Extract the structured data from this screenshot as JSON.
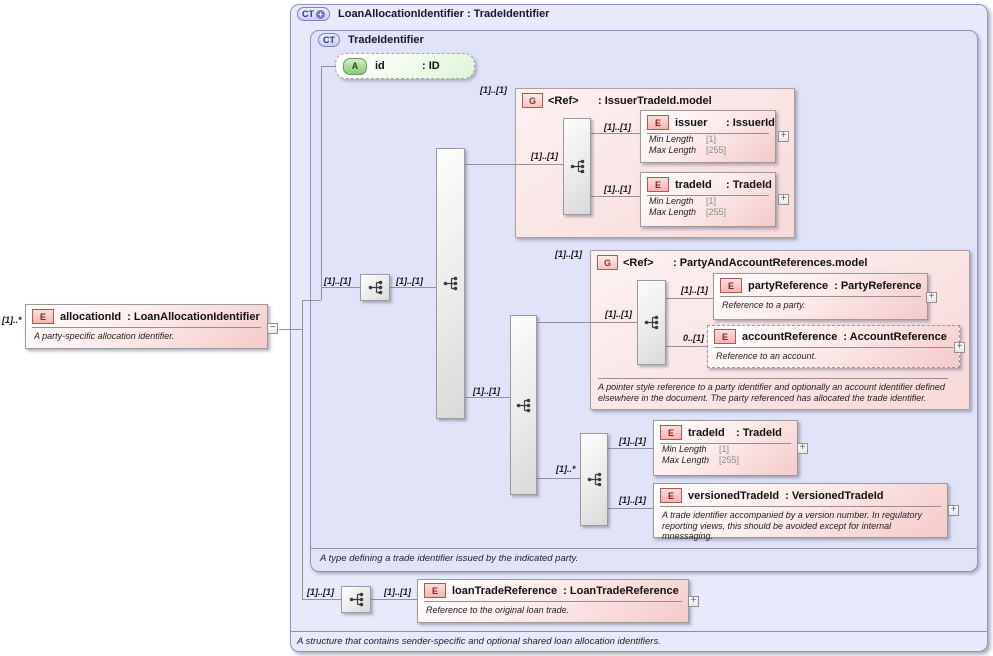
{
  "icons": {
    "expand": "+",
    "collapse": "−",
    "ct_plus": "+"
  },
  "outer": {
    "badge": "CT",
    "title": "LoanAllocationIdentifier : TradeIdentifier",
    "annotation": "A structure that contains sender-specific and optional shared loan allocation identifiers."
  },
  "inner": {
    "badge": "CT",
    "title": "TradeIdentifier",
    "annotation": "A type defining a trade identifier issued by the indicated party."
  },
  "attribute": {
    "badge": "A",
    "name": "id",
    "type": ": ID"
  },
  "allocation": {
    "badge": "E",
    "name": "allocationId",
    "type": ": LoanAllocationIdentifier",
    "annotation": "A party-specific allocation identifier.",
    "cardinality": "[1]..*"
  },
  "connectors": {
    "trunk_to_seq1": "[1]..[1]",
    "seq1_to_main": "[1]..[1]",
    "main_to_sub": "[1]..[1]",
    "sub_to_choice": "[1]..*",
    "bottom_left": "[1]..[1]",
    "bottom_right": "[1]..[1]"
  },
  "issuer_group": {
    "badge": "G",
    "name": "<Ref>",
    "type": ": IssuerTradeId.model",
    "cardinality": "[1]..[1]",
    "inner_cardinality": "[1]..[1]"
  },
  "issuer": {
    "badge": "E",
    "name": "issuer",
    "type": ": IssuerId",
    "cardinality": "[1]..[1]",
    "facets": [
      {
        "label": "Min Length",
        "value": "[1]"
      },
      {
        "label": "Max Length",
        "value": "[255]"
      }
    ]
  },
  "trade_id_1": {
    "badge": "E",
    "name": "tradeId",
    "type": ": TradeId",
    "cardinality": "[1]..[1]",
    "facets": [
      {
        "label": "Min Length",
        "value": "[1]"
      },
      {
        "label": "Max Length",
        "value": "[255]"
      }
    ]
  },
  "party_group": {
    "badge": "G",
    "name": "<Ref>",
    "type": ": PartyAndAccountReferences.model",
    "cardinality": "[1]..[1]",
    "inner_cardinality": "[1]..[1]",
    "annotation_line1": "A pointer style reference to a party identifier and optionally an account identifier defined",
    "annotation_line2": "elsewhere in the document. The party referenced has allocated the trade identifier."
  },
  "party_reference": {
    "badge": "E",
    "name": "partyReference",
    "type": ": PartyReference",
    "annotation": "Reference to a party.",
    "cardinality": "[1]..[1]"
  },
  "account_reference": {
    "badge": "E",
    "name": "accountReference",
    "type": ": AccountReference",
    "annotation": "Reference to an account.",
    "cardinality": "0..[1]"
  },
  "trade_id_2": {
    "badge": "E",
    "name": "tradeId",
    "type": ": TradeId",
    "cardinality": "[1]..[1]",
    "facets": [
      {
        "label": "Min Length",
        "value": "[1]"
      },
      {
        "label": "Max Length",
        "value": "[255]"
      }
    ]
  },
  "versioned_trade_id": {
    "badge": "E",
    "name": "versionedTradeId",
    "type": ": VersionedTradeId",
    "cardinality": "[1]..[1]",
    "annotation_line1": "A trade identifier accompanied by a version number. In regulatory",
    "annotation_line2": "reporting views, this should be avoided except for internal mnessaging."
  },
  "loan_trade_reference": {
    "badge": "E",
    "name": "loanTradeReference",
    "type": ": LoanTradeReference",
    "annotation": "Reference to the original loan trade."
  }
}
